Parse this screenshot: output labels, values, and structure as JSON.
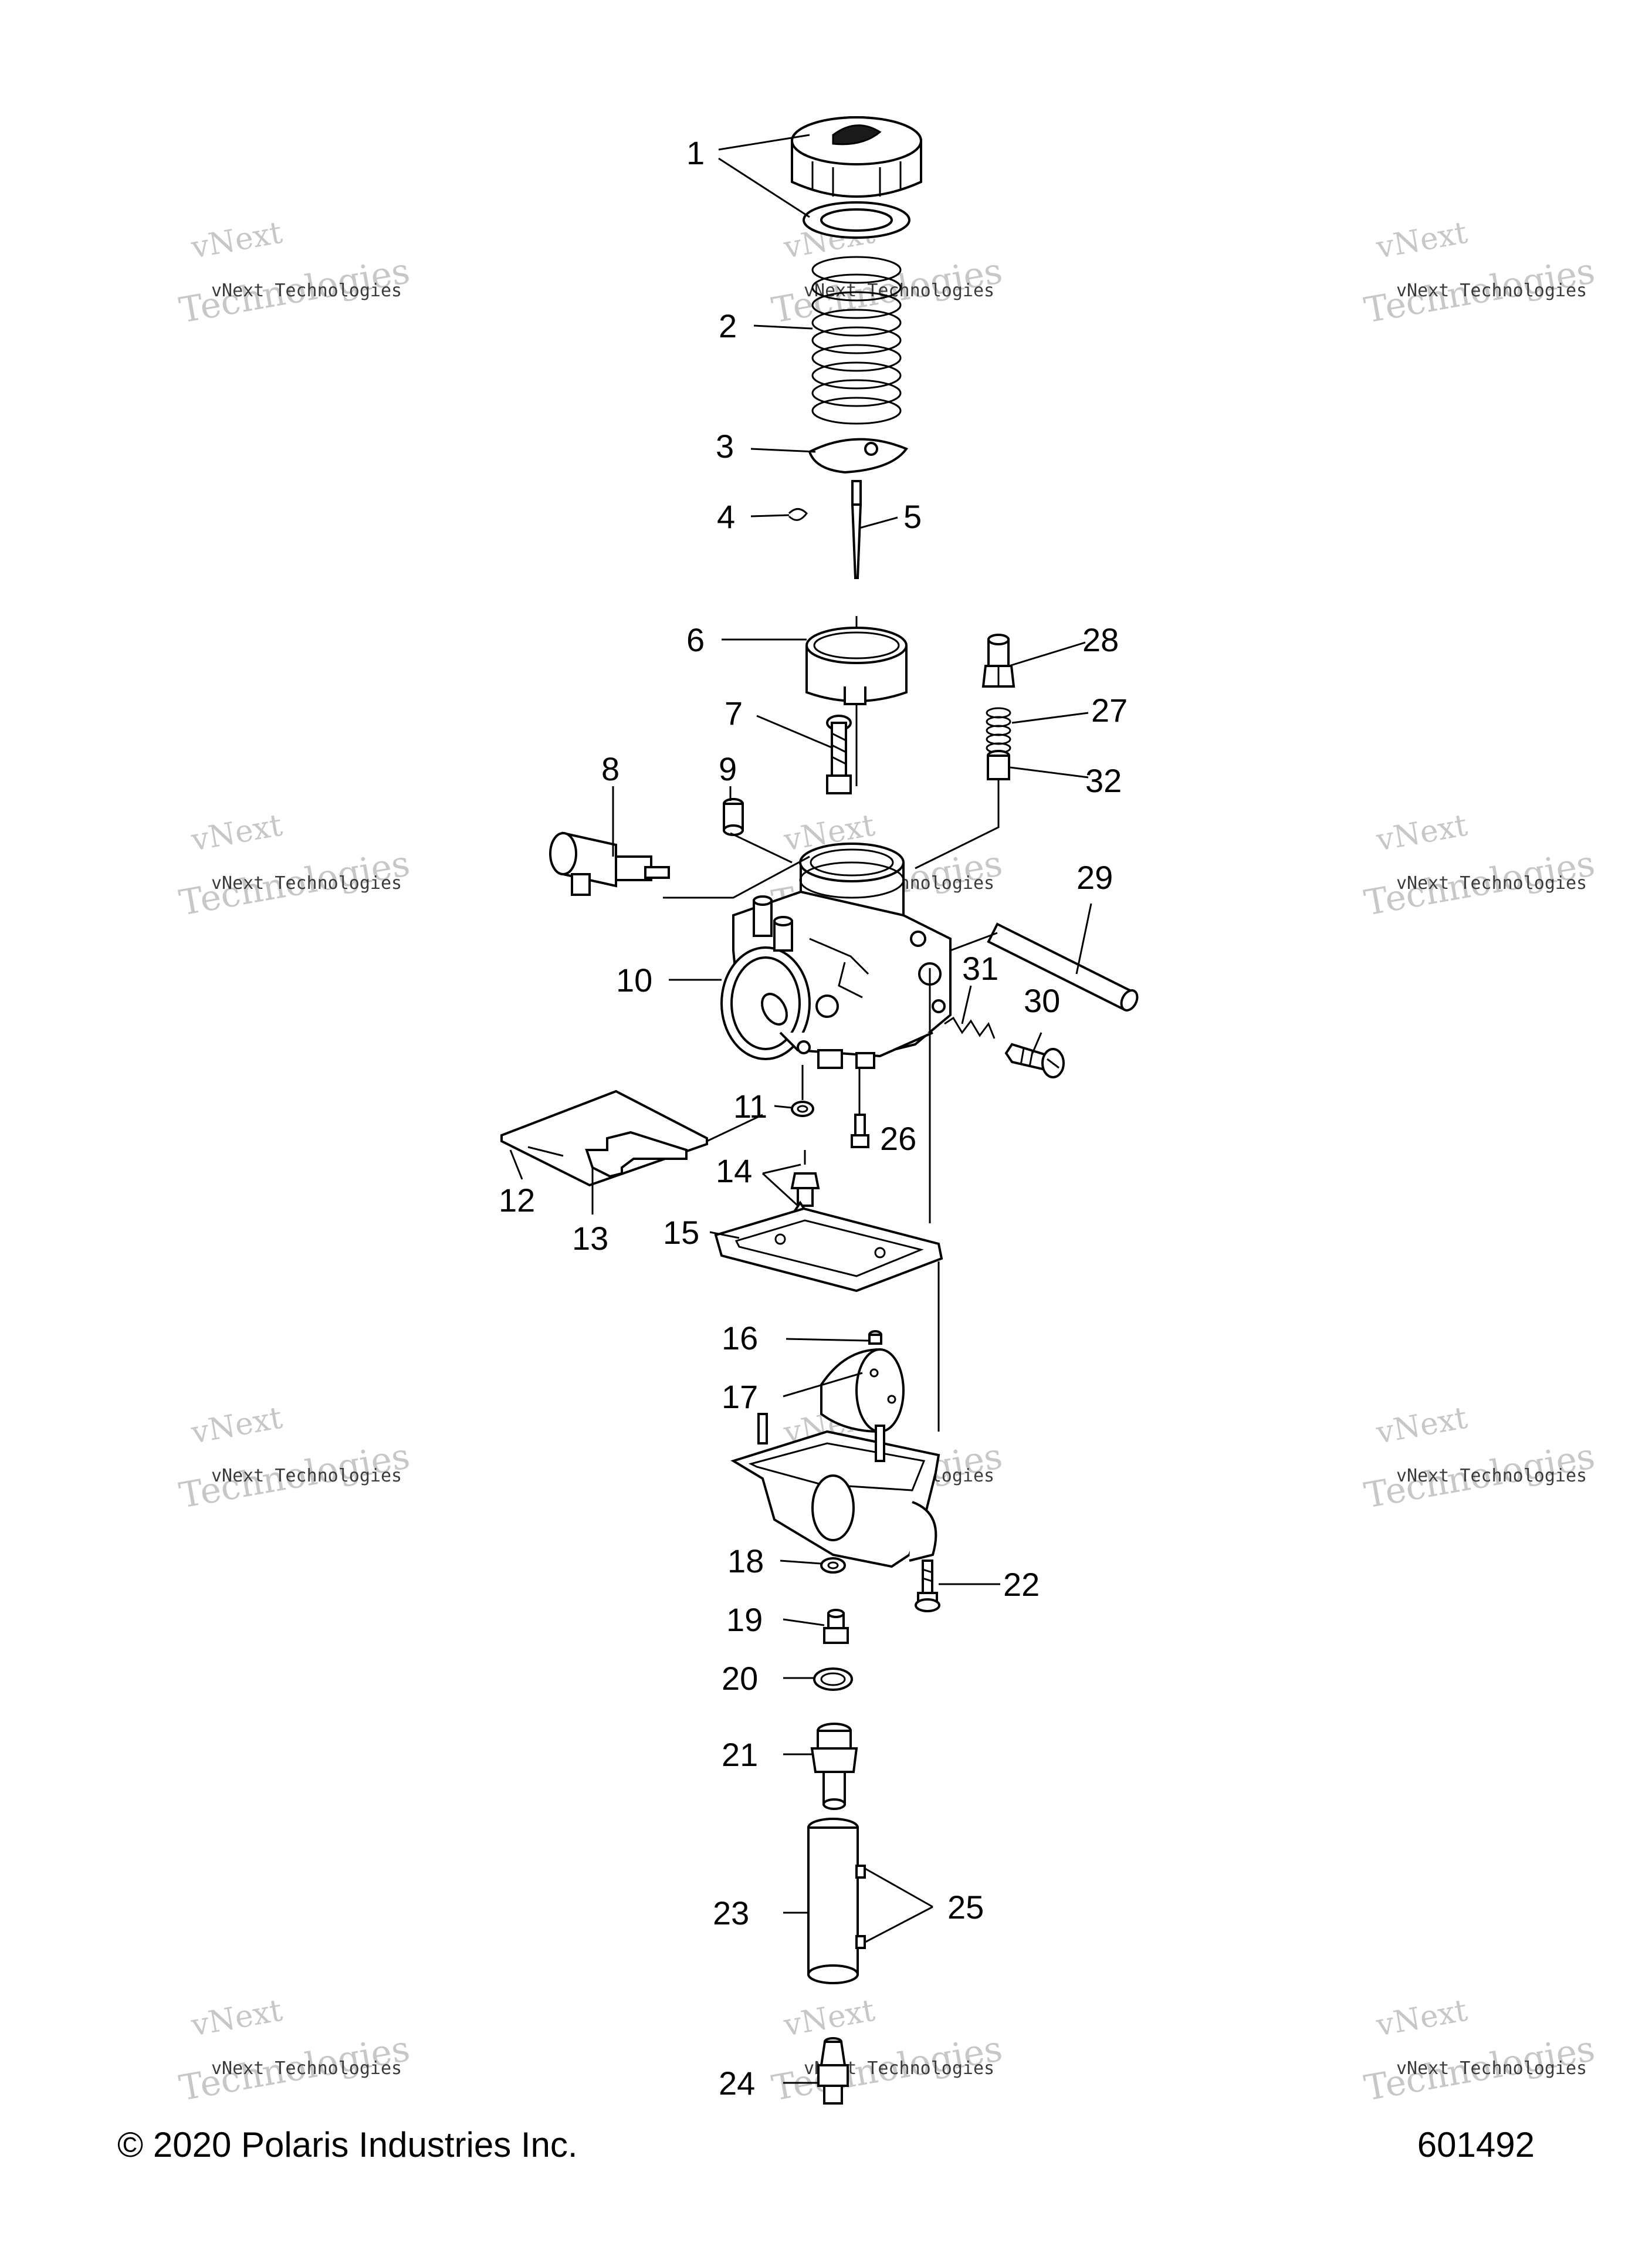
{
  "callouts": [
    "1",
    "2",
    "3",
    "4",
    "5",
    "6",
    "7",
    "8",
    "9",
    "10",
    "11",
    "12",
    "13",
    "14",
    "15",
    "16",
    "17",
    "18",
    "19",
    "20",
    "21",
    "22",
    "23",
    "24",
    "25",
    "26",
    "27",
    "28",
    "29",
    "30",
    "31",
    "32"
  ],
  "watermark": {
    "line1": "vNext Technologies",
    "line2": "vNext",
    "line3": "Technologies"
  },
  "footer": {
    "copyright": "© 2020 Polaris Industries Inc.",
    "figure_number": "601492"
  }
}
